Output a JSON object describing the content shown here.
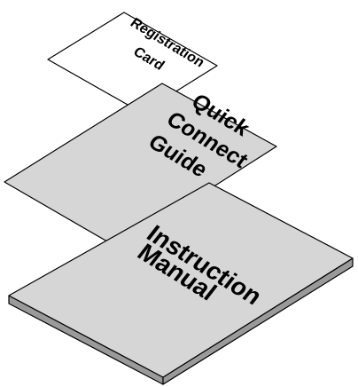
{
  "items": [
    {
      "id": "registration-card",
      "lines": [
        "Registration",
        "Card"
      ],
      "face_color": "#ffffff"
    },
    {
      "id": "quick-connect-guide",
      "lines": [
        "Quick",
        "Connect",
        "Guide"
      ],
      "face_color": "#d6d6d6"
    },
    {
      "id": "instruction-manual",
      "lines": [
        "Instruction",
        "Manual"
      ],
      "face_color": "#d6d6d6",
      "edge_color": "#9a9a9a"
    }
  ]
}
